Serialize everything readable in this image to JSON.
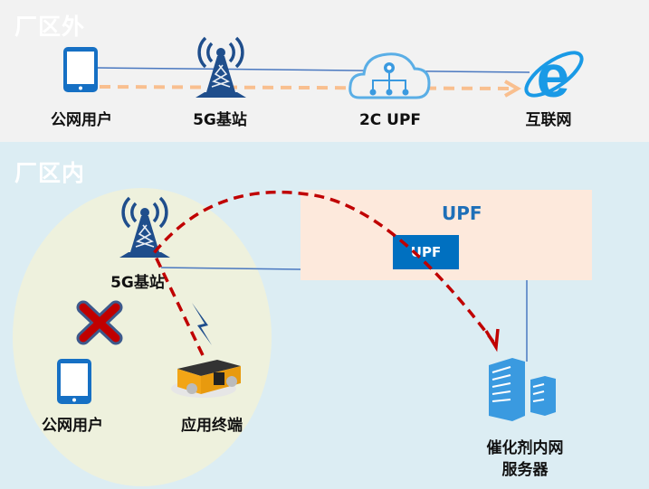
{
  "outside_zone": {
    "title": "厂区外",
    "nodes": [
      {
        "label": "公网用户",
        "icon": "phone-icon"
      },
      {
        "label": "5G基站",
        "icon": "cell-tower-icon"
      },
      {
        "label": "2C UPF",
        "icon": "cloud-network-icon"
      },
      {
        "label": "互联网",
        "icon": "internet-explorer-icon"
      }
    ]
  },
  "inside_zone": {
    "title": "厂区内",
    "base_station": {
      "label": "5G基站",
      "icon": "cell-tower-icon"
    },
    "public_user": {
      "label": "公网用户",
      "icon": "phone-icon"
    },
    "blocked": {
      "icon": "red-x-icon"
    },
    "terminal": {
      "label": "应用终端",
      "icon": "agv-robot-icon"
    },
    "upf_area": {
      "title": "UPF",
      "inner_label": "UPF"
    },
    "server": {
      "label_line1": "催化剂内网",
      "label_line2": "服务器",
      "icon": "server-icon"
    }
  },
  "colors": {
    "flow_outside": "#f9bf8f",
    "flow_inside": "#c00000",
    "link": "#4a78c0",
    "brand_blue": "#0070c0"
  }
}
